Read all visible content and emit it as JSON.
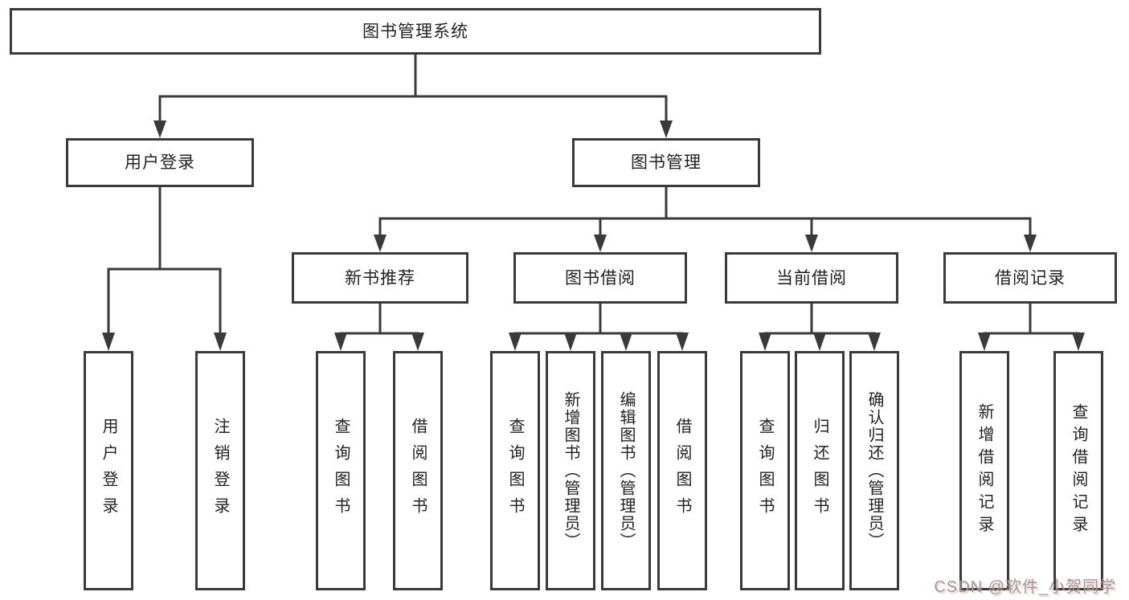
{
  "diagram": {
    "root": {
      "label": "图书管理系统"
    },
    "level2": [
      {
        "label": "用户登录"
      },
      {
        "label": "图书管理"
      }
    ],
    "level3": [
      {
        "label": "新书推荐"
      },
      {
        "label": "图书借阅"
      },
      {
        "label": "当前借阅"
      },
      {
        "label": "借阅记录"
      }
    ],
    "leaves": [
      {
        "label": "用户登录",
        "parent": "用户登录"
      },
      {
        "label": "注销登录",
        "parent": "用户登录"
      },
      {
        "label": "查询图书",
        "parent": "新书推荐"
      },
      {
        "label": "借阅图书",
        "parent": "新书推荐"
      },
      {
        "label": "查询图书",
        "parent": "图书借阅"
      },
      {
        "label": "新增图书（管理员）",
        "parent": "图书借阅"
      },
      {
        "label": "编辑图书（管理员）",
        "parent": "图书借阅"
      },
      {
        "label": "借阅图书",
        "parent": "图书借阅"
      },
      {
        "label": "查询图书",
        "parent": "当前借阅"
      },
      {
        "label": "归还图书",
        "parent": "当前借阅"
      },
      {
        "label": "确认归还（管理员）",
        "parent": "当前借阅"
      },
      {
        "label": "新增借阅记录",
        "parent": "借阅记录"
      },
      {
        "label": "查询借阅记录",
        "parent": "借阅记录"
      }
    ]
  },
  "watermark": {
    "text": "CSDN @软件_小贺同学"
  },
  "colors": {
    "line": "#3a3a3a",
    "box_border": "#3a3a3a",
    "box_background": "#ffffff",
    "text": "#222222",
    "watermark_gray": "#9b9b9b",
    "watermark_red_shadow": "#f48c8c",
    "page_background": "#ffffff"
  }
}
